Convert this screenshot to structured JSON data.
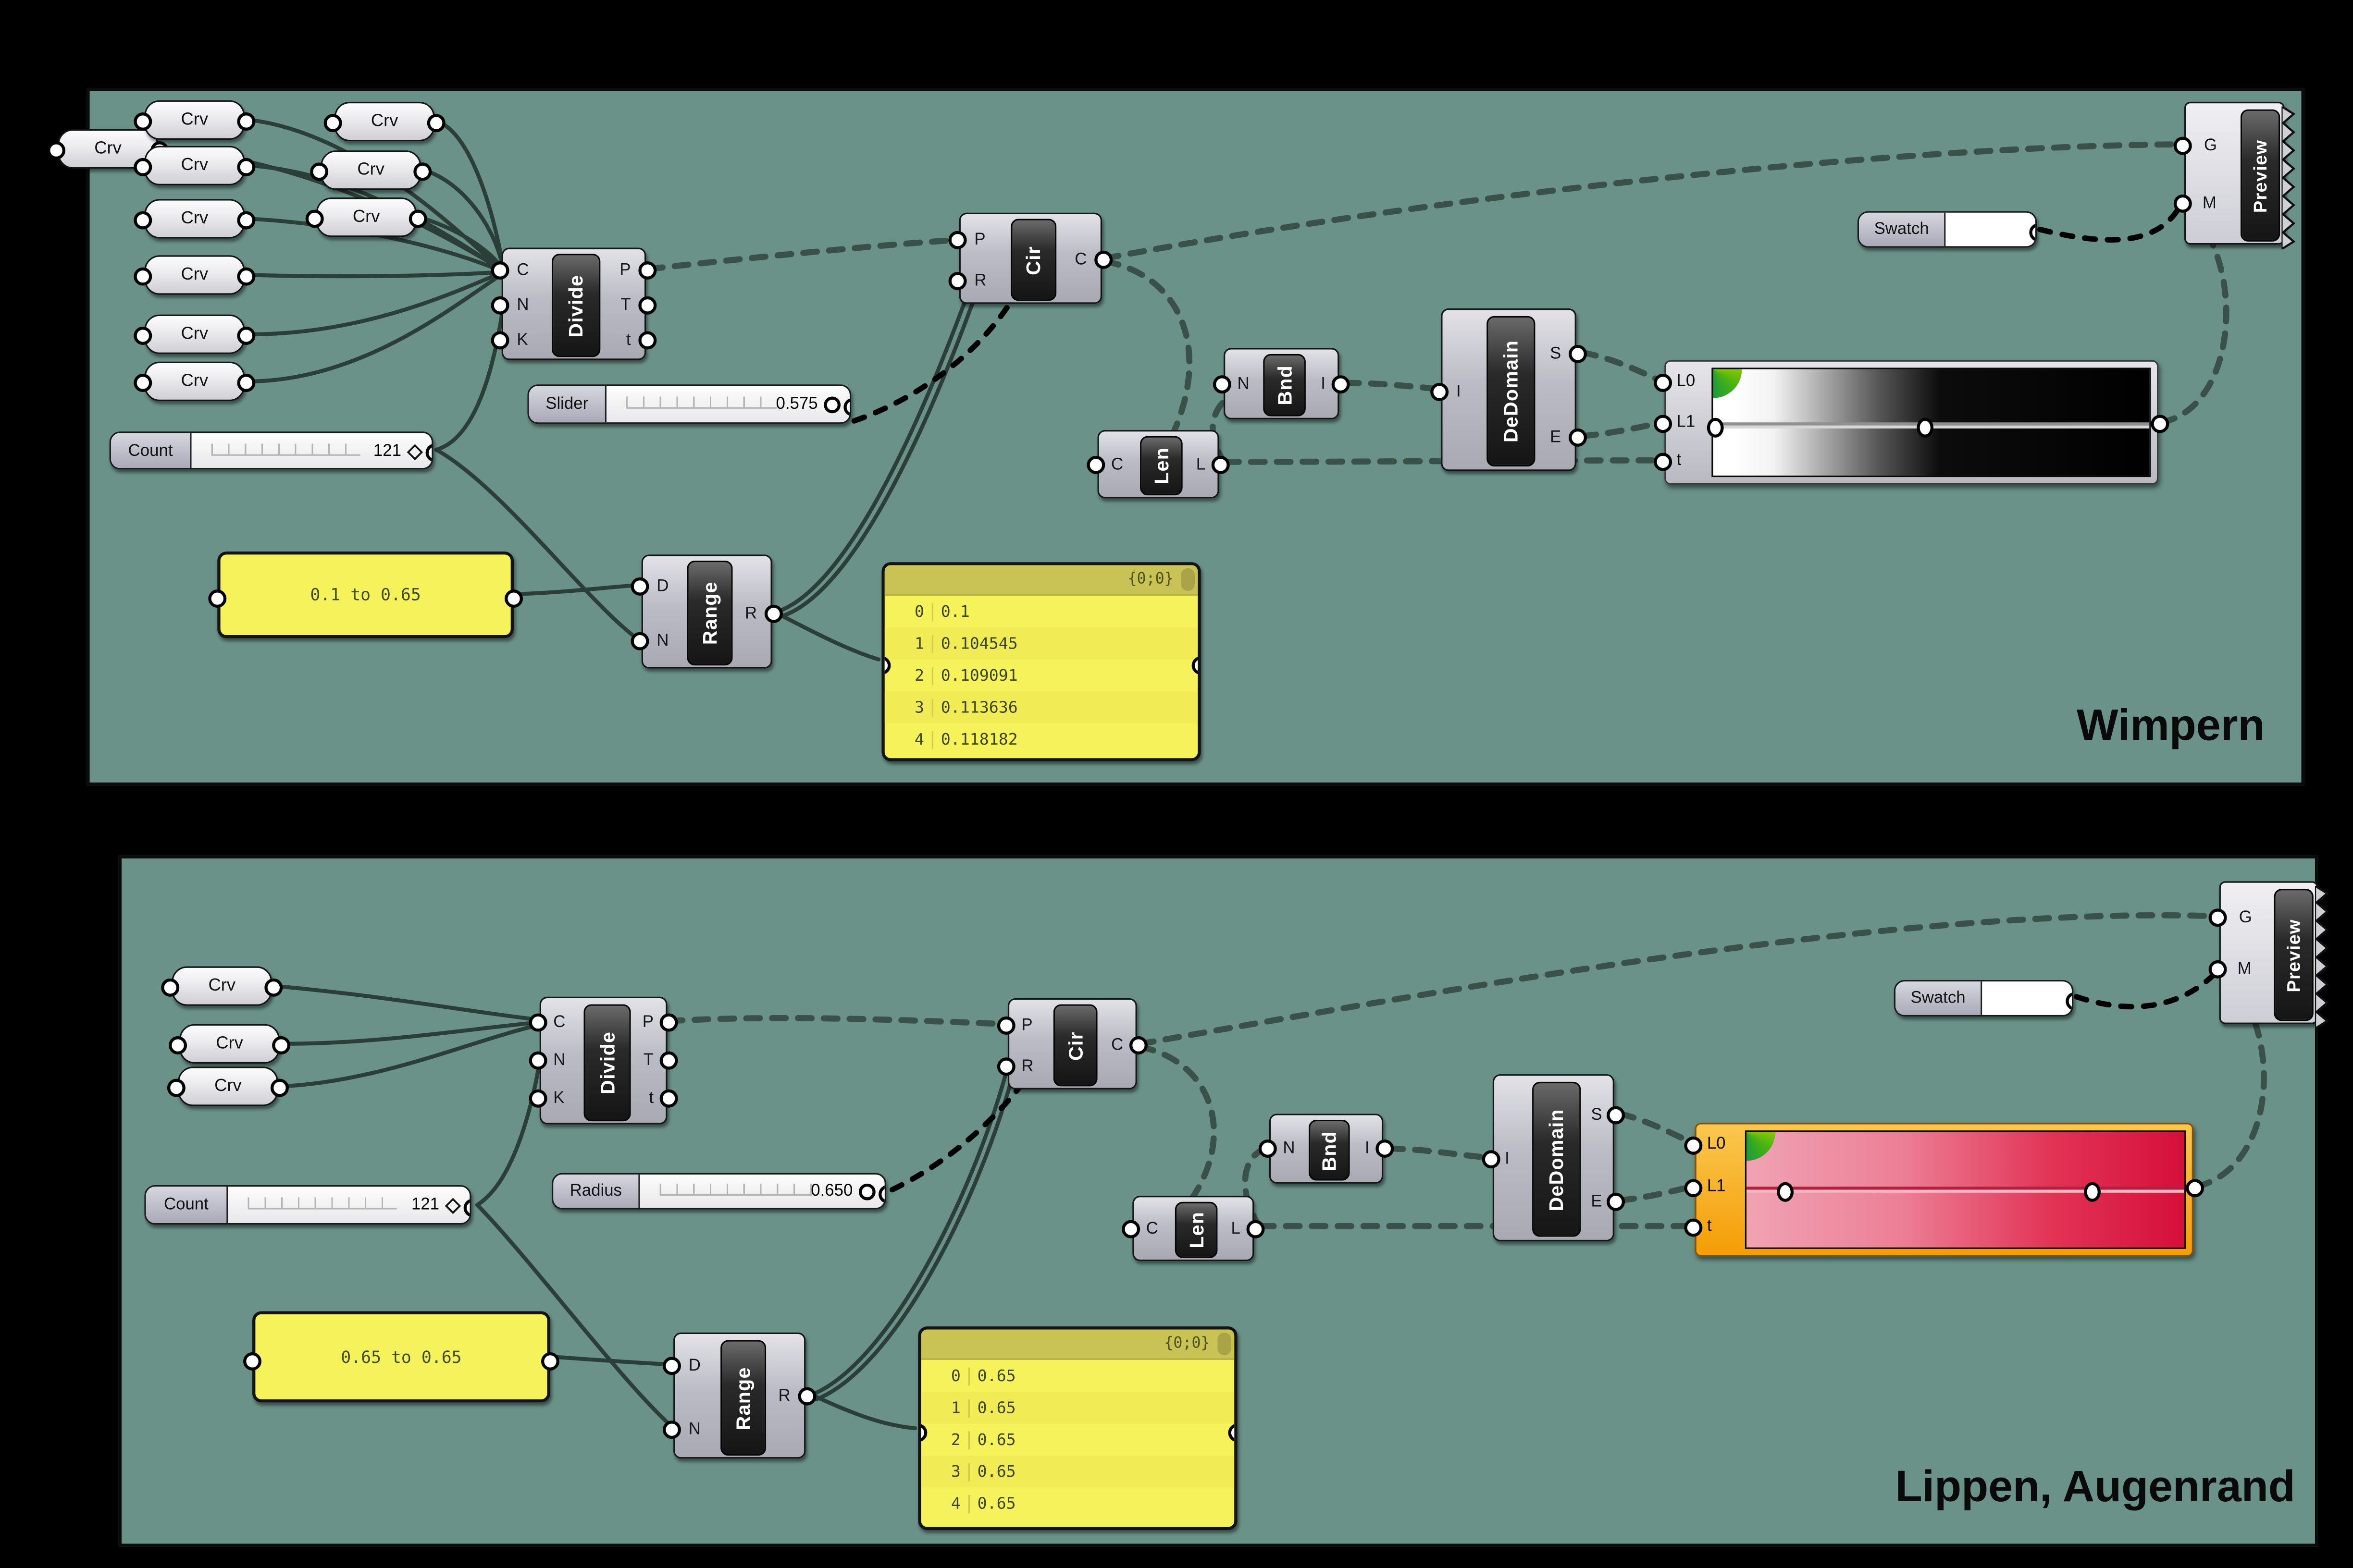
{
  "canvas": {
    "panel_bg": "#6a9289",
    "wire_chain": "#3a5149",
    "wire_solid": "#2b3f38",
    "wire_selected": "#000000",
    "note_yellow": "#f6f25c",
    "gradient_top": {
      "left": "#ffffff",
      "right": "#000000"
    },
    "gradient_bottom": {
      "left": "#f0a3b4",
      "right": "#d50f3a",
      "frame": "#f49d06"
    }
  },
  "top": {
    "title": "Wimpern",
    "crv_label": "Crv",
    "divide": {
      "label": "Divide",
      "in": [
        "C",
        "N",
        "K"
      ],
      "out": [
        "P",
        "T",
        "t"
      ]
    },
    "slider": {
      "label": "Slider",
      "value": "0.575"
    },
    "count": {
      "label": "Count",
      "value": "121",
      "icon": "◇"
    },
    "cir": {
      "label": "Cir",
      "in": [
        "P",
        "R"
      ],
      "out": [
        "C"
      ]
    },
    "len": {
      "label": "Len",
      "in": [
        "C"
      ],
      "out": [
        "L"
      ]
    },
    "bnd": {
      "label": "Bnd",
      "in": [
        "N"
      ],
      "out": [
        "I"
      ]
    },
    "dedomain": {
      "label": "DeDomain",
      "in": [
        "I"
      ],
      "out": [
        "S",
        "E"
      ]
    },
    "gradient": {
      "in": [
        "L0",
        "L1",
        "t"
      ]
    },
    "swatch": {
      "label": "Swatch"
    },
    "preview": {
      "label": "Preview",
      "in": [
        "G",
        "M"
      ]
    },
    "note": {
      "text": "0.1 to 0.65"
    },
    "range": {
      "label": "Range",
      "in": [
        "D",
        "N"
      ],
      "out": [
        "R"
      ]
    },
    "data": {
      "path": "{0;0}",
      "rows": [
        [
          "0",
          "0.1"
        ],
        [
          "1",
          "0.104545"
        ],
        [
          "2",
          "0.109091"
        ],
        [
          "3",
          "0.113636"
        ],
        [
          "4",
          "0.118182"
        ]
      ]
    }
  },
  "bottom": {
    "title": "Lippen, Augenrand",
    "crv_label": "Crv",
    "divide": {
      "label": "Divide",
      "in": [
        "C",
        "N",
        "K"
      ],
      "out": [
        "P",
        "T",
        "t"
      ]
    },
    "slider": {
      "label": "Radius",
      "value": "0.650"
    },
    "count": {
      "label": "Count",
      "value": "121",
      "icon": "◇"
    },
    "cir": {
      "label": "Cir",
      "in": [
        "P",
        "R"
      ],
      "out": [
        "C"
      ]
    },
    "len": {
      "label": "Len",
      "in": [
        "C"
      ],
      "out": [
        "L"
      ]
    },
    "bnd": {
      "label": "Bnd",
      "in": [
        "N"
      ],
      "out": [
        "I"
      ]
    },
    "dedomain": {
      "label": "DeDomain",
      "in": [
        "I"
      ],
      "out": [
        "S",
        "E"
      ]
    },
    "gradient": {
      "in": [
        "L0",
        "L1",
        "t"
      ]
    },
    "swatch": {
      "label": "Swatch"
    },
    "preview": {
      "label": "Preview",
      "in": [
        "G",
        "M"
      ]
    },
    "note": {
      "text": "0.65 to 0.65"
    },
    "range": {
      "label": "Range",
      "in": [
        "D",
        "N"
      ],
      "out": [
        "R"
      ]
    },
    "data": {
      "path": "{0;0}",
      "rows": [
        [
          "0",
          "0.65"
        ],
        [
          "1",
          "0.65"
        ],
        [
          "2",
          "0.65"
        ],
        [
          "3",
          "0.65"
        ],
        [
          "4",
          "0.65"
        ]
      ]
    }
  }
}
